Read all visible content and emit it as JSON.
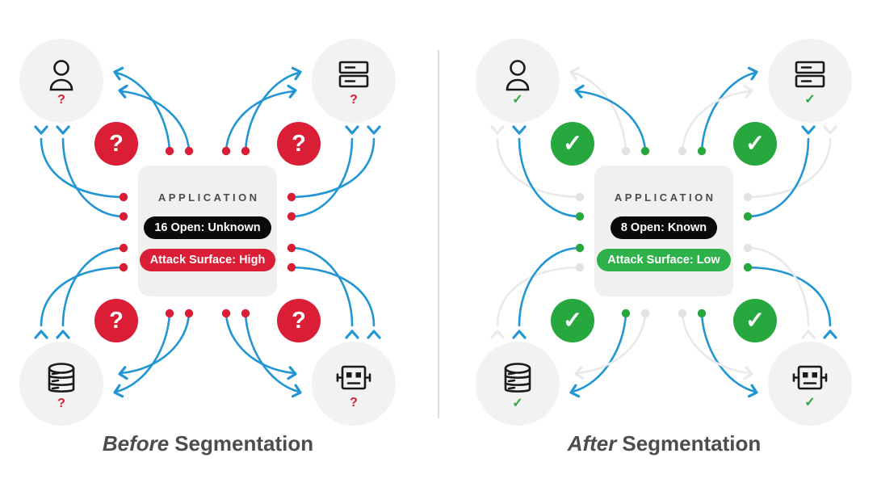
{
  "colors": {
    "flow": "#2196D3",
    "blocked": "#E9E9E9",
    "blocked_dot": "#E2E2E2",
    "alert": "#D91E36",
    "ok": "#26A83F",
    "ok_bright": "#2EB04A",
    "ink": "#1A1A1A",
    "card_bg": "#F0F0EF",
    "node_bg": "#F2F2F1",
    "pill_dark": "#0A0A0A",
    "caption": "#4D4D4D",
    "title": "#4B4B4B",
    "divider": "#DBDBDB"
  },
  "nodes": [
    {
      "id": "user",
      "icon": "person-icon"
    },
    {
      "id": "server",
      "icon": "server-icon"
    },
    {
      "id": "database",
      "icon": "database-icon"
    },
    {
      "id": "bot",
      "icon": "bot-icon"
    }
  ],
  "panels": [
    {
      "caption_emphasis": "Before",
      "caption_rest": "Segmentation",
      "badge_glyph": "?",
      "node_status_glyph": "?",
      "card": {
        "title": "APPLICATION",
        "ports": "16 Open: Unknown",
        "surface": "Attack Surface: High"
      },
      "open_dot_color": "alert",
      "open_arrows": [
        "tl-in-outer",
        "tl-in-inner",
        "tl-out-outer",
        "tl-out-inner",
        "tr-in-outer",
        "tr-in-inner",
        "tr-out-outer",
        "tr-out-inner",
        "bl-in-outer",
        "bl-in-inner",
        "bl-out-outer",
        "bl-out-inner",
        "br-in-outer",
        "br-in-inner",
        "br-out-outer",
        "br-out-inner"
      ]
    },
    {
      "caption_emphasis": "After",
      "caption_rest": "Segmentation",
      "badge_glyph": "✓",
      "node_status_glyph": "✓",
      "card": {
        "title": "APPLICATION",
        "ports": "8 Open: Known",
        "surface": "Attack Surface: Low"
      },
      "open_dot_color": "ok",
      "open_arrows": [
        "tl-in-inner",
        "tl-out-inner",
        "tr-in-outer",
        "tr-out-inner",
        "bl-in-outer",
        "bl-out-inner",
        "br-in-outer",
        "br-out-outer"
      ]
    }
  ]
}
